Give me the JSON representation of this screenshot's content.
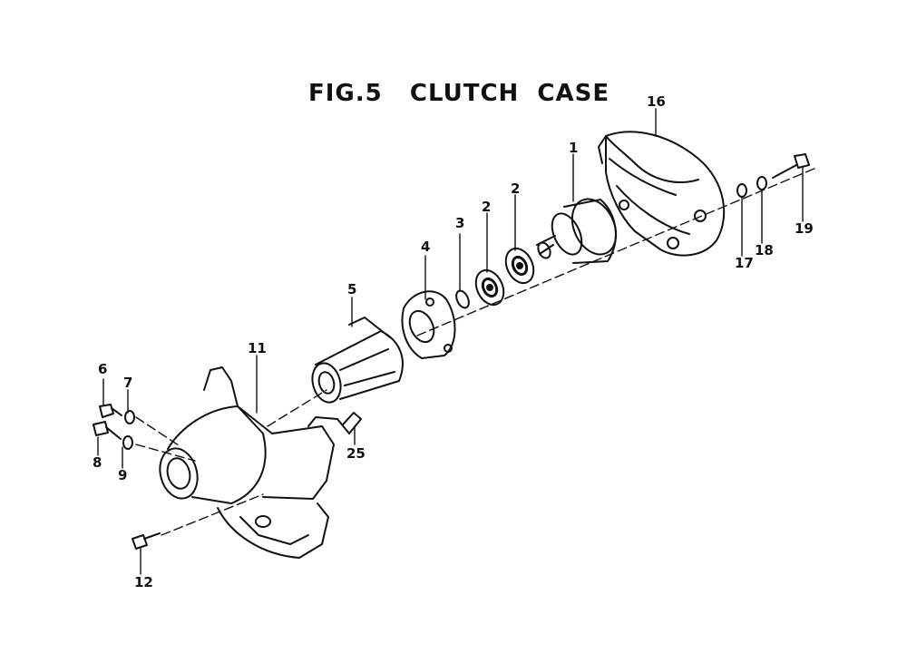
{
  "figure": {
    "title": "FIG.5   CLUTCH  CASE"
  },
  "callouts": {
    "p1": "1",
    "p2a": "2",
    "p2b": "2",
    "p3": "3",
    "p4": "4",
    "p5": "5",
    "p6": "6",
    "p7": "7",
    "p8": "8",
    "p9": "9",
    "p11": "11",
    "p12": "12",
    "p16": "16",
    "p17": "17",
    "p18": "18",
    "p19": "19",
    "p25": "25"
  }
}
